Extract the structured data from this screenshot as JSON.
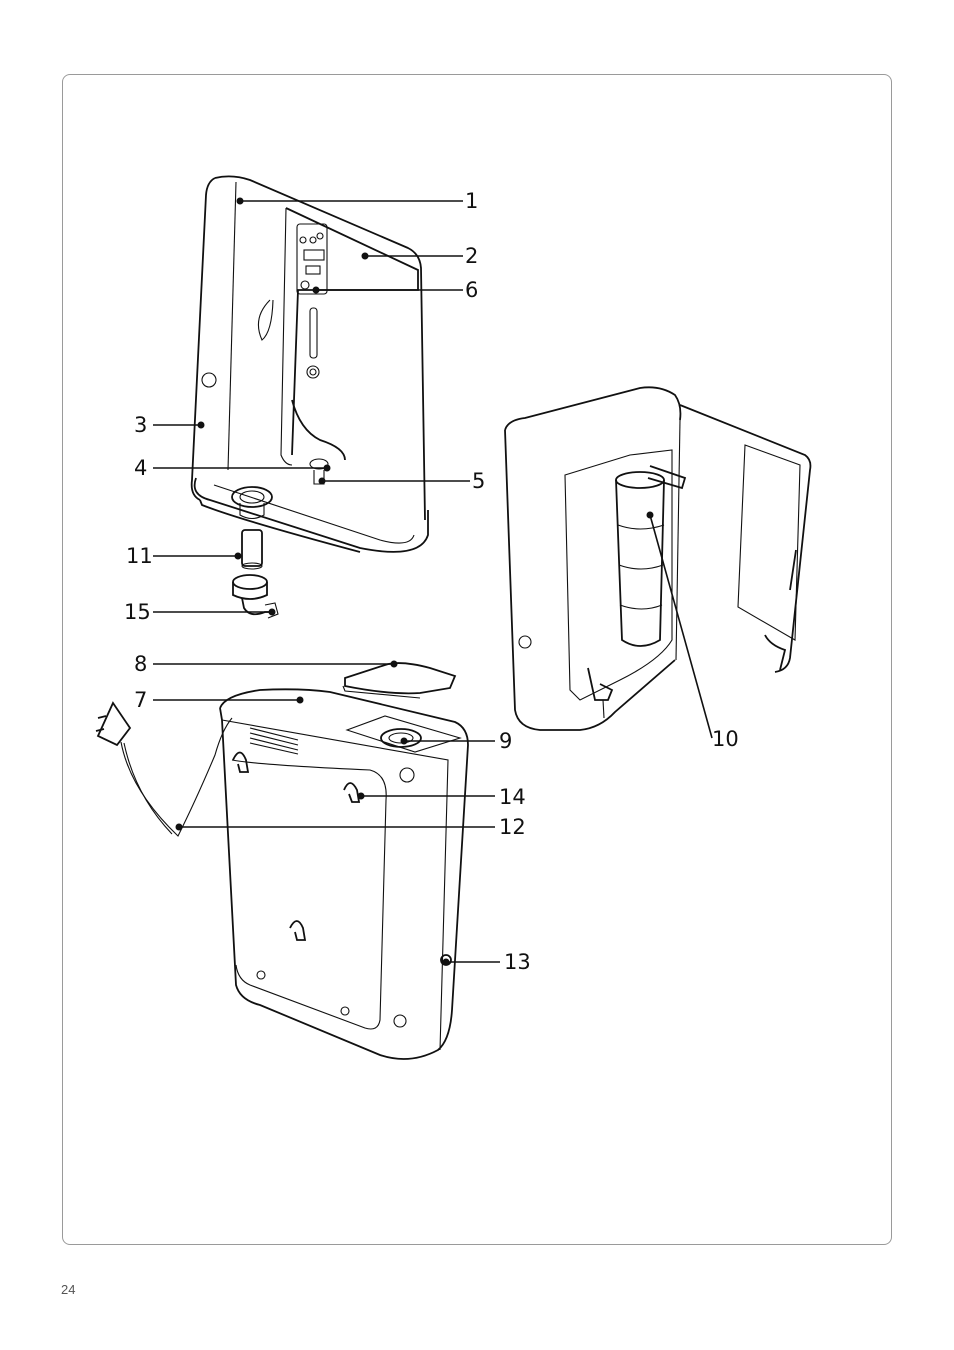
{
  "page": {
    "page_number": "24"
  },
  "callouts": [
    "1",
    "2",
    "6",
    "3",
    "4",
    "5",
    "11",
    "15",
    "8",
    "7",
    "9",
    "14",
    "12",
    "13",
    "10"
  ]
}
